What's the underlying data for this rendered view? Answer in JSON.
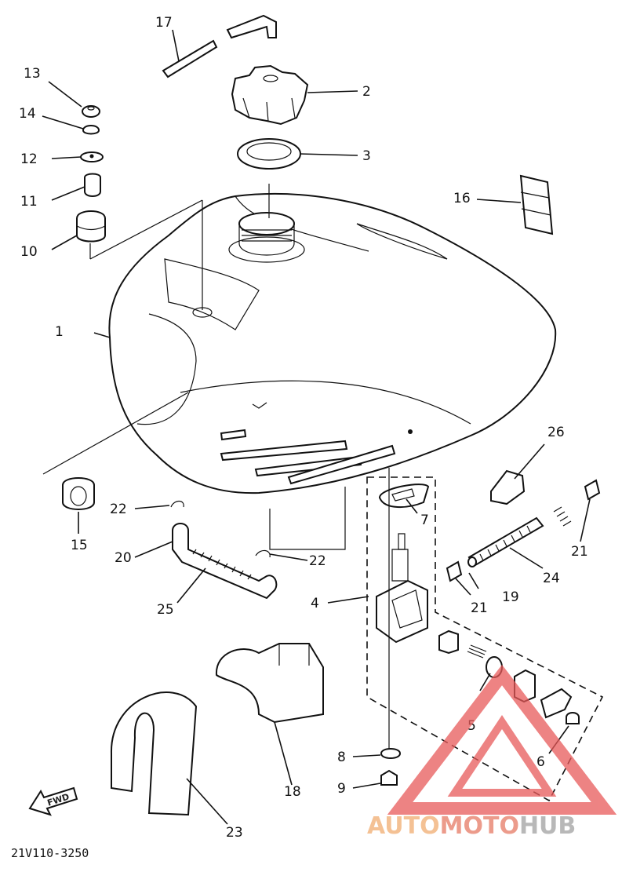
{
  "diagram": {
    "drawing_code": "21V110-3250",
    "fwd_label": "FWD",
    "callouts": [
      "1",
      "2",
      "3",
      "4",
      "5",
      "6",
      "7",
      "8",
      "9",
      "10",
      "11",
      "12",
      "13",
      "14",
      "15",
      "16",
      "17",
      "18",
      "19",
      "20",
      "21",
      "21",
      "22",
      "22",
      "23",
      "24",
      "25",
      "26"
    ]
  },
  "watermark": {
    "part1": "AUTO",
    "part2": "MOTO",
    "part3": "HUB",
    "colors": {
      "auto": "#f2b27a",
      "moto": "#e8836f",
      "hub": "#a7a7a7",
      "logo": "#e85a5a"
    }
  }
}
